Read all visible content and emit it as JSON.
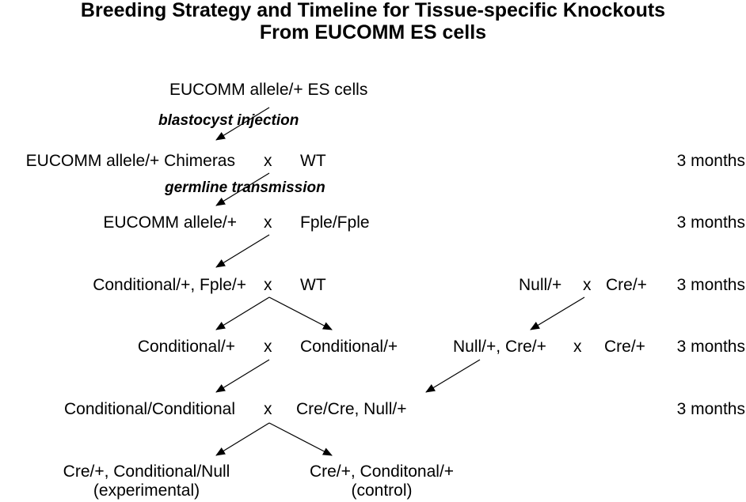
{
  "title": {
    "line1": "Breeding Strategy and Timeline for Tissue-specific Knockouts",
    "line2": "From EUCOMM ES cells"
  },
  "nodes": {
    "es_cells": "EUCOMM allele/+ ES cells",
    "chimeras": "EUCOMM allele/+ Chimeras",
    "wt_1": "WT",
    "eucomm_het": "EUCOMM allele/+",
    "fple": "Fple/Fple",
    "cond_fple": "Conditional/+, Fple/+",
    "wt_2": "WT",
    "null_het": "Null/+",
    "cre_het_1": "Cre/+",
    "cond_het_left": "Conditional/+",
    "cond_het_right": "Conditional/+",
    "null_cre": "Null/+, Cre/+",
    "cre_het_2": "Cre/+",
    "cond_cond": "Conditional/Conditional",
    "cre_cre_null": "Cre/Cre, Null/+",
    "experimental_line1": "Cre/+, Conditional/Null",
    "experimental_line2": "(experimental)",
    "control_line1": "Cre/+, Conditonal/+",
    "control_line2": "(control)"
  },
  "cross_symbol": "x",
  "processes": {
    "blastocyst": "blastocyst injection",
    "germline": "germline transmission"
  },
  "timeline": {
    "row1": "3 months",
    "row2": "3 months",
    "row3": "3 months",
    "row4": "3 months",
    "row5": "3 months"
  },
  "colors": {
    "ink": "#000000",
    "background": "#ffffff"
  }
}
